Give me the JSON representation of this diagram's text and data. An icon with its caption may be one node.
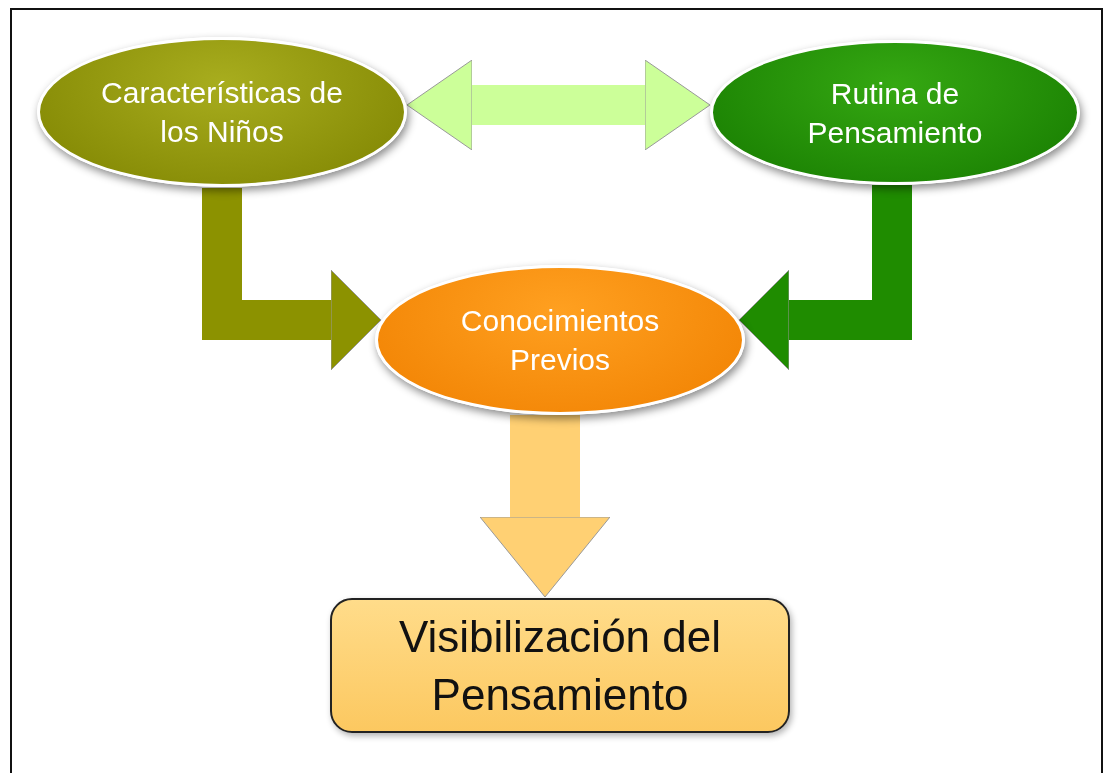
{
  "diagram": {
    "nodes": [
      {
        "text": [
          "Características de los Niños"
        ]
      },
      {
        "text": [
          "Rutina de Pensamiento"
        ]
      },
      {
        "text": [
          "Conocimientos Previos"
        ]
      },
      {
        "text": [
          "Visibilización del Pensamiento"
        ]
      }
    ],
    "edges": [
      {
        "from": 0,
        "to": 1,
        "arrow": "both",
        "color": "#ccff99"
      },
      {
        "from": 0,
        "to": 2,
        "arrow": "to",
        "color": "#8c9200"
      },
      {
        "from": 1,
        "to": 2,
        "arrow": "to",
        "color": "#1f8c00"
      },
      {
        "from": 2,
        "to": 3,
        "arrow": "to",
        "color": "#ffd073"
      }
    ]
  }
}
